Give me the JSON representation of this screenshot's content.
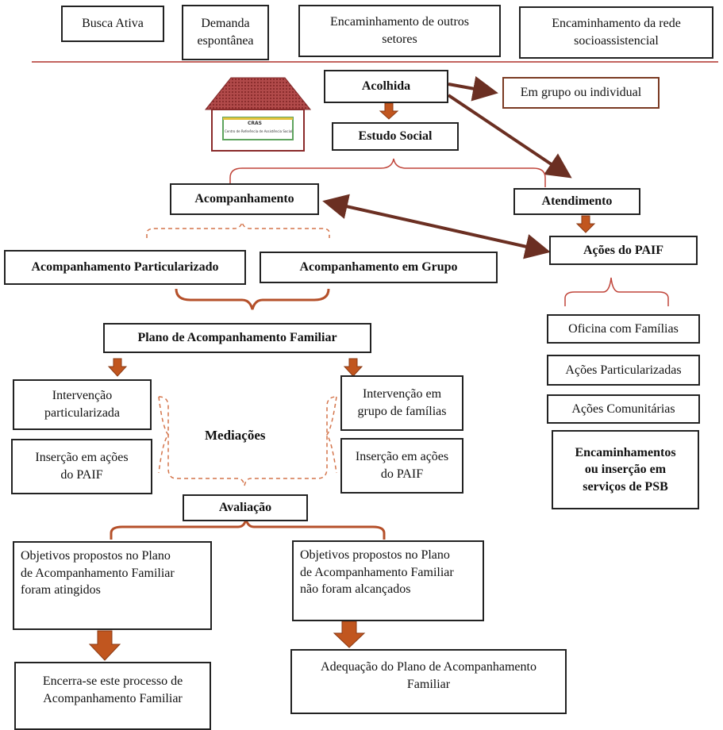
{
  "top_sources": [
    "Busca Ativa",
    "Demanda\nespontânea",
    "Encaminhamento de outros\nsetores",
    "Encaminhamento da rede\nsocioassistencial"
  ],
  "acolhida": "Acolhida",
  "acolhida_mode": "Em grupo ou individual",
  "estudo_social": "Estudo Social",
  "cras_logo": {
    "title": "CRAS",
    "subtitle": "Centro de Referência de Assistência Social"
  },
  "acompanhamento": "Acompanhamento",
  "atendimento": "Atendimento",
  "acomp_particularizado": "Acompanhamento Particularizado",
  "acomp_grupo": "Acompanhamento em Grupo",
  "acoes_paif": "Ações do PAIF",
  "paif_actions": [
    "Oficina com Famílias",
    "Ações Particularizadas",
    "Ações Comunitárias"
  ],
  "paif_referrals": "Encaminhamentos\nou inserção em\nserviços de PSB",
  "plano": "Plano de Acompanhamento Familiar",
  "intervencao_particularizada": "Intervenção\nparticularizada",
  "insercao_left": "Inserção em ações\ndo PAIF",
  "intervencao_grupo": "Intervenção em\ngrupo de famílias",
  "insercao_right": "Inserção em ações\ndo PAIF",
  "mediacoes": "Mediações",
  "avaliacao": "Avaliação",
  "objetivos_atingidos": "Objetivos propostos no Plano\nde Acompanhamento Familiar\nforam atingidos",
  "objetivos_nao_alcancados": "Objetivos propostos no Plano\nde Acompanhamento Familiar\nnão foram alcançados",
  "encerra": "Encerra-se este processo de\nAcompanhamento Familiar",
  "adequacao": "Adequação do Plano de Acompanhamento\nFamiliar",
  "colors": {
    "arrow_block": "#c1561f",
    "arrow_dark": "#6b2f22",
    "brace_dashed": "#d4744a",
    "brace_solid": "#b5502a",
    "top_line": "#b0302a",
    "roof": "#a83a3a"
  }
}
